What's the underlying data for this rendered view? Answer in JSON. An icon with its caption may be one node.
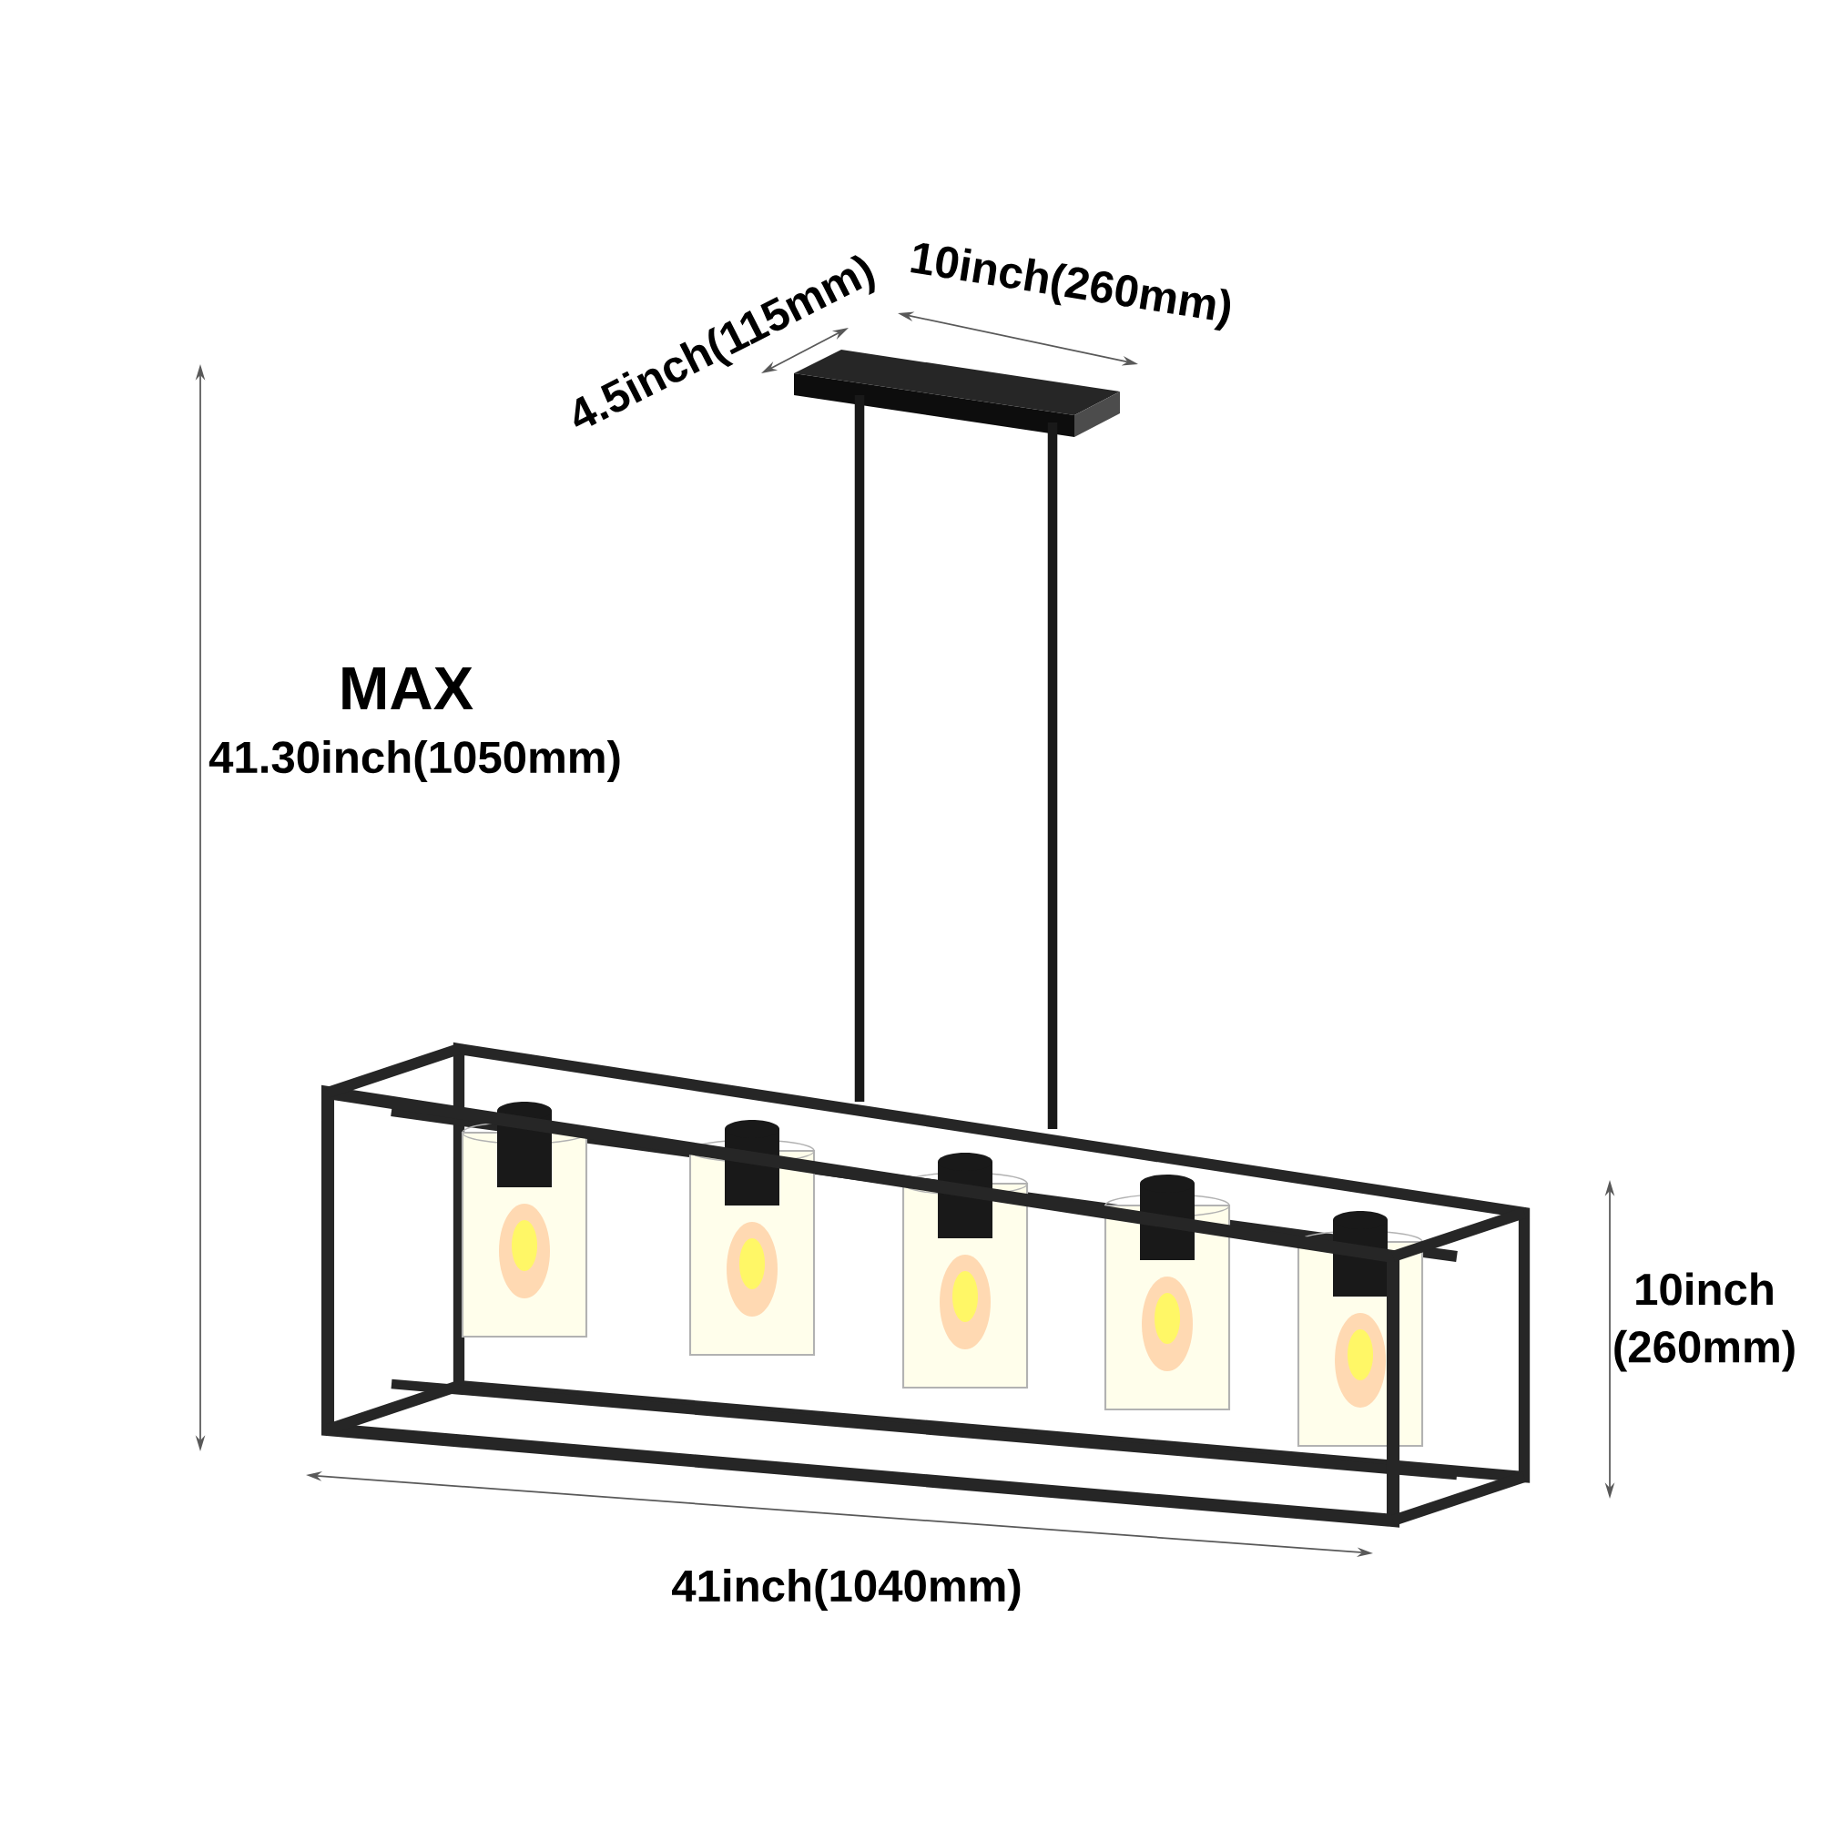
{
  "diagram": {
    "labels": [
      "4.5inch(115mm)",
      "10inch(260mm)",
      "MAX",
      "41.30inch(1050mm)",
      "10inch (260mm)",
      "41inch(1040mm)"
    ]
  }
}
